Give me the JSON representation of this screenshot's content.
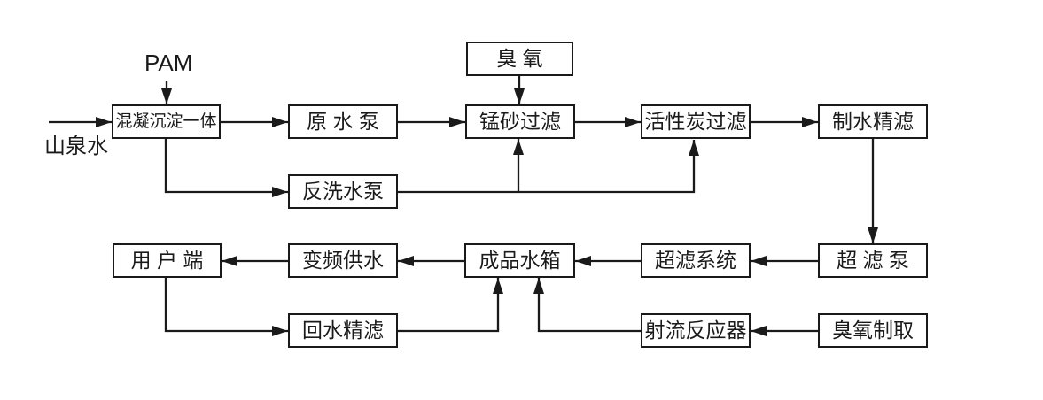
{
  "diagram": {
    "title_hint": "water treatment process flow",
    "background_color": "#ffffff",
    "line_color": "#1a1a1a",
    "external_labels": {
      "pam": "PAM",
      "source_water": "山泉水"
    },
    "nodes": [
      {
        "id": "ozone-dosing",
        "label": "臭 氧"
      },
      {
        "id": "coagulation-sedimentation",
        "label": "混凝沉淀一体"
      },
      {
        "id": "raw-water-pump",
        "label": "原 水 泵"
      },
      {
        "id": "manganese-sand-filter",
        "label": "锰砂过滤"
      },
      {
        "id": "activated-carbon-filter",
        "label": "活性炭过滤"
      },
      {
        "id": "product-water-fine-filter",
        "label": "制水精滤"
      },
      {
        "id": "backwash-pump",
        "label": "反洗水泵"
      },
      {
        "id": "user-end",
        "label": "用 户 端"
      },
      {
        "id": "vfd-water-supply",
        "label": "变频供水"
      },
      {
        "id": "finished-water-tank",
        "label": "成品水箱"
      },
      {
        "id": "ultrafiltration-system",
        "label": "超滤系统"
      },
      {
        "id": "ultrafiltration-pump",
        "label": "超 滤 泵"
      },
      {
        "id": "return-water-fine-filter",
        "label": "回水精滤"
      },
      {
        "id": "jet-reactor",
        "label": "射流反应器"
      },
      {
        "id": "ozone-generator",
        "label": "臭氧制取"
      }
    ],
    "edges": [
      {
        "from": "mountain-spring-water",
        "to": "coagulation-sedimentation"
      },
      {
        "from": "pam",
        "to": "coagulation-sedimentation"
      },
      {
        "from": "coagulation-sedimentation",
        "to": "raw-water-pump"
      },
      {
        "from": "raw-water-pump",
        "to": "manganese-sand-filter"
      },
      {
        "from": "ozone-dosing",
        "to": "manganese-sand-filter"
      },
      {
        "from": "manganese-sand-filter",
        "to": "activated-carbon-filter"
      },
      {
        "from": "activated-carbon-filter",
        "to": "product-water-fine-filter"
      },
      {
        "from": "coagulation-sedimentation",
        "to": "backwash-pump"
      },
      {
        "from": "backwash-pump",
        "to": "manganese-sand-filter"
      },
      {
        "from": "backwash-pump",
        "to": "activated-carbon-filter"
      },
      {
        "from": "product-water-fine-filter",
        "to": "ultrafiltration-pump"
      },
      {
        "from": "ultrafiltration-pump",
        "to": "ultrafiltration-system"
      },
      {
        "from": "ultrafiltration-system",
        "to": "finished-water-tank"
      },
      {
        "from": "finished-water-tank",
        "to": "vfd-water-supply"
      },
      {
        "from": "vfd-water-supply",
        "to": "user-end"
      },
      {
        "from": "user-end",
        "to": "return-water-fine-filter"
      },
      {
        "from": "return-water-fine-filter",
        "to": "finished-water-tank"
      },
      {
        "from": "jet-reactor",
        "to": "finished-water-tank"
      },
      {
        "from": "ozone-generator",
        "to": "jet-reactor"
      }
    ]
  }
}
